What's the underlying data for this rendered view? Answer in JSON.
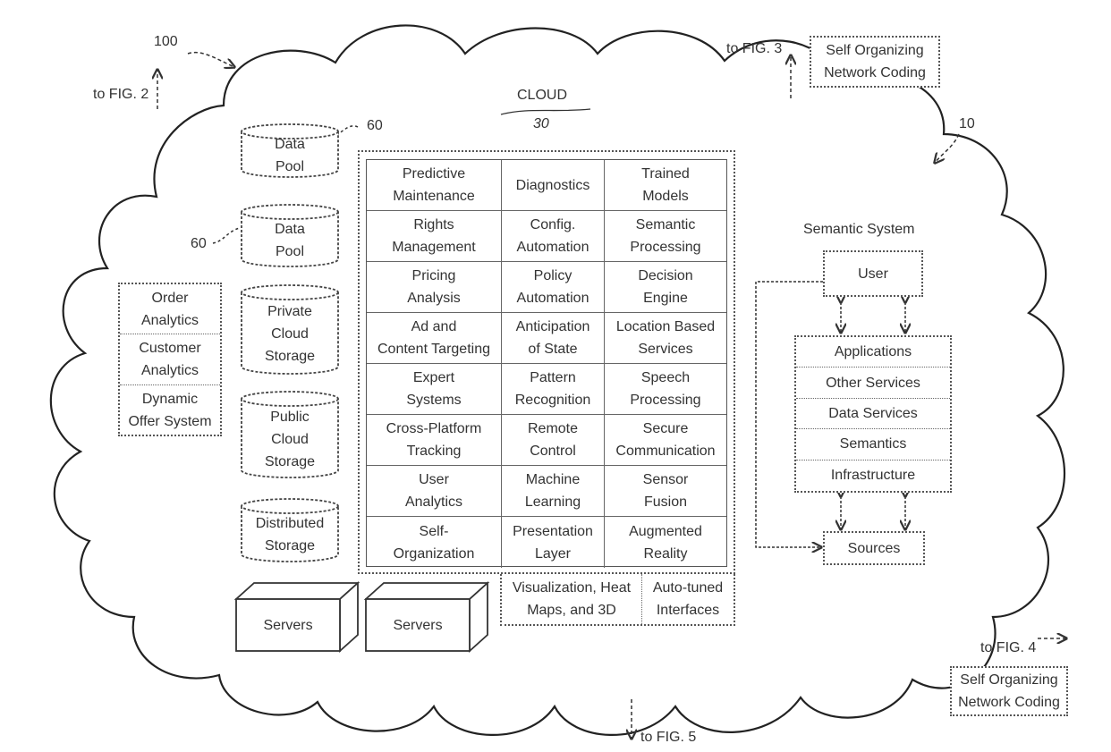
{
  "ref_100": "100",
  "ref_10": "10",
  "cloud": {
    "title": "CLOUD",
    "number": "30"
  },
  "links": {
    "fig2": "to FIG. 2",
    "fig3": "to FIG. 3",
    "fig4": "to FIG. 4",
    "fig5": "to FIG. 5"
  },
  "self_org_top": "Self Organizing\nNetwork Coding",
  "self_org_bottom": "Self Organizing\nNetwork Coding",
  "data_pool_ref_a": "60",
  "data_pool_ref_b": "60",
  "analytics": [
    "Order\nAnalytics",
    "Customer\nAnalytics",
    "Dynamic\nOffer System"
  ],
  "storage": [
    "Data\nPool",
    "Data\nPool",
    "Private\nCloud\nStorage",
    "Public\nCloud\nStorage",
    "Distributed\nStorage"
  ],
  "servers": [
    "Servers",
    "Servers"
  ],
  "grid": [
    [
      "Predictive\nMaintenance",
      "Diagnostics",
      "Trained\nModels"
    ],
    [
      "Rights\nManagement",
      "Config.\nAutomation",
      "Semantic\nProcessing"
    ],
    [
      "Pricing\nAnalysis",
      "Policy\nAutomation",
      "Decision\nEngine"
    ],
    [
      "Ad and\nContent Targeting",
      "Anticipation\nof State",
      "Location Based\nServices"
    ],
    [
      "Expert\nSystems",
      "Pattern\nRecognition",
      "Speech\nProcessing"
    ],
    [
      "Cross-Platform\nTracking",
      "Remote\nControl",
      "Secure\nCommunication"
    ],
    [
      "User\nAnalytics",
      "Machine\nLearning",
      "Sensor\nFusion"
    ],
    [
      "Self-\nOrganization",
      "Presentation\nLayer",
      "Augmented\nReality"
    ]
  ],
  "extra_cells": [
    "Visualization, Heat\nMaps, and 3D",
    "Auto-tuned\nInterfaces"
  ],
  "semantic_system": {
    "title": "Semantic System",
    "user": "User",
    "layers": [
      "Applications",
      "Other Services",
      "Data Services",
      "Semantics",
      "Infrastructure"
    ],
    "sources": "Sources"
  }
}
